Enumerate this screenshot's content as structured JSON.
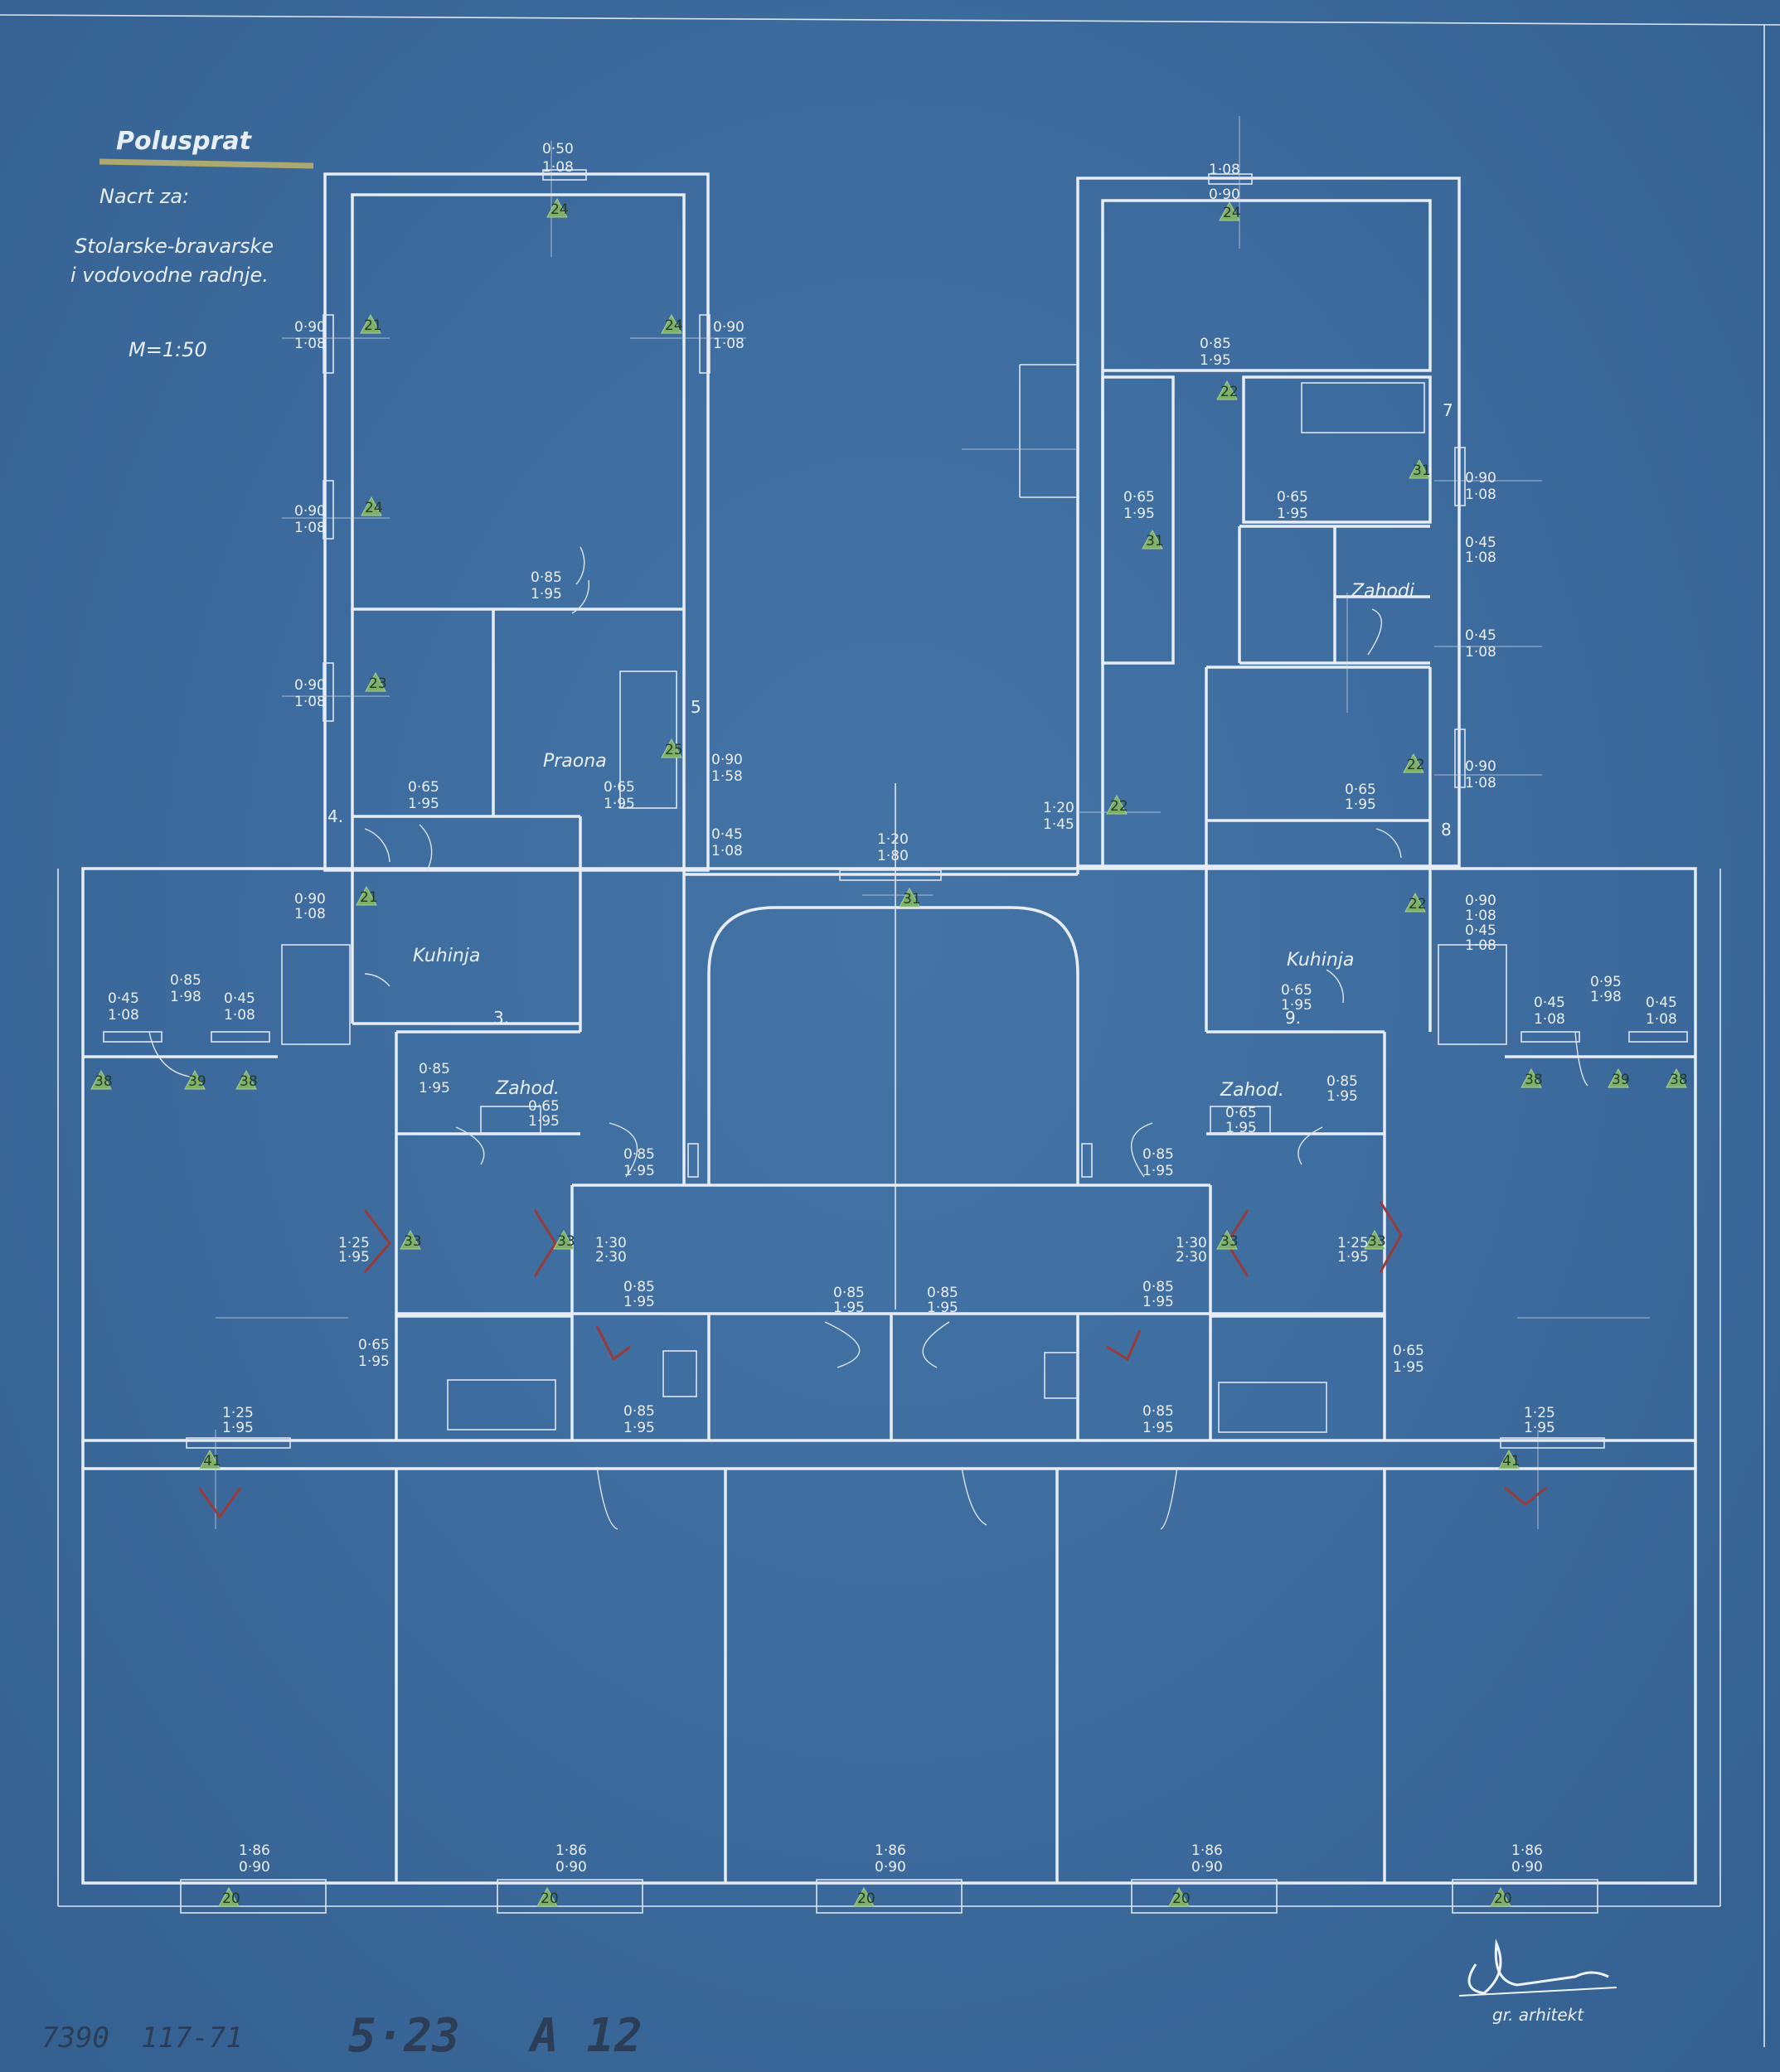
{
  "title": {
    "heading": "Polusprat",
    "line1": "Nacrt za:",
    "line2": "Stolarske-bravarske",
    "line3": "i vodovodne radnje.",
    "scale": "M=1:50"
  },
  "rooms": {
    "praona": "Praona",
    "kuhinja_left": "Kuhinja",
    "kuhinja_right": "Kuhinja",
    "zahod_left": "Zahod.",
    "zahod_right": "Zahod.",
    "zahodi": "Zahodi"
  },
  "dims": {
    "d1": {
      "top": "0·50",
      "bottom": "1·08"
    },
    "d2": {
      "top": "0·90",
      "bottom": "1·08"
    },
    "d3": {
      "top": "0·90",
      "bottom": "1·08"
    },
    "d4": {
      "top": "0·90",
      "bottom": "1·08"
    },
    "d5": {
      "top": "0·85",
      "bottom": "1·95"
    },
    "d6": {
      "top": "0·90",
      "bottom": "1·08"
    },
    "d7": {
      "top": "0·65",
      "bottom": "1·95"
    },
    "d8": {
      "top": "0·65",
      "bottom": "1·95"
    },
    "d9": {
      "top": "0·90",
      "bottom": "1·58"
    },
    "d10": {
      "top": "0·45",
      "bottom": "1·08"
    },
    "d11": {
      "top": "1·20",
      "bottom": "1·80"
    },
    "d12": {
      "top": "0·90",
      "bottom": "1·08"
    },
    "d13": {
      "top": "0·85",
      "bottom": "1·98"
    },
    "d14": {
      "top": "0·45",
      "bottom": "1·08"
    },
    "d15": {
      "top": "0·45",
      "bottom": "1·08"
    },
    "d16": {
      "top": "0·85",
      "bottom": "1·95"
    },
    "d17": {
      "top": "0·65",
      "bottom": "1·95"
    },
    "d18": {
      "top": "0·85",
      "bottom": "1·95"
    },
    "d19": {
      "top": "1·25",
      "bottom": "1·95"
    },
    "d20": {
      "top": "1·30",
      "bottom": "2·30"
    },
    "d21": {
      "top": "0·85",
      "bottom": "1·95"
    },
    "d22": {
      "top": "0·65",
      "bottom": "1·95"
    },
    "d23": {
      "top": "0·85",
      "bottom": "1·95"
    },
    "d24": {
      "top": "0·85",
      "bottom": "1·95"
    },
    "d25": {
      "top": "0·85",
      "bottom": "1·95"
    },
    "d26": {
      "top": "1·25",
      "bottom": "1·95"
    },
    "d27": {
      "top": "0·90",
      "bottom": "1·08"
    },
    "d28": {
      "top": "0·85",
      "bottom": "1·95"
    },
    "d29": {
      "top": "0·90",
      "bottom": "1·08"
    },
    "d30": {
      "top": "0·65",
      "bottom": "1·95"
    },
    "d31": {
      "top": "0·65",
      "bottom": "1·95"
    },
    "d32": {
      "top": "0·45",
      "bottom": "1·08"
    },
    "d33": {
      "top": "0·45",
      "bottom": "1·08"
    },
    "d34": {
      "top": "0·90",
      "bottom": "1·08"
    },
    "d35": {
      "top": "1·20",
      "bottom": "1·45"
    },
    "d36": {
      "top": "0·65",
      "bottom": "1·95"
    },
    "d37": {
      "top": "0·90",
      "bottom": "1·08"
    },
    "d38": {
      "top": "0·45",
      "bottom": "1·08"
    },
    "d39": {
      "top": "0·45",
      "bottom": "1·08"
    },
    "d40": {
      "top": "0·95",
      "bottom": "1·98"
    },
    "d41": {
      "top": "0·45",
      "bottom": "1·08"
    },
    "d42": {
      "top": "0·85",
      "bottom": "1·95"
    },
    "d43": {
      "top": "0·65",
      "bottom": "1·95"
    },
    "d44": {
      "top": "0·85",
      "bottom": "1·95"
    },
    "d45": {
      "top": "1·30",
      "bottom": "2·30"
    },
    "d46": {
      "top": "1·25",
      "bottom": "1·95"
    },
    "d47": {
      "top": "0·85",
      "bottom": "1·95"
    },
    "d48": {
      "top": "0·65",
      "bottom": "1·95"
    },
    "d49": {
      "top": "0·85",
      "bottom": "1·95"
    },
    "d50": {
      "top": "1·25",
      "bottom": "1·95"
    },
    "d51": {
      "top": "1·86",
      "bottom": "0·90"
    },
    "d52": {
      "top": "1·86",
      "bottom": "0·90"
    },
    "d53": {
      "top": "1·86",
      "bottom": "0·90"
    },
    "d54": {
      "top": "1·86",
      "bottom": "0·90"
    },
    "d55": {
      "top": "1·86",
      "bottom": "0·90"
    },
    "d56": {
      "top": "0·65",
      "bottom": "1·95"
    }
  },
  "numbers": {
    "n3": "3.",
    "n4": "4.",
    "n5": "5",
    "n7": "7",
    "n8": "8",
    "n9": "9."
  },
  "fixture_marks": {
    "m20": "20",
    "m21": "21",
    "m22": "22",
    "m23": "23",
    "m24": "24",
    "m25": "25",
    "m31": "31",
    "m33": "33",
    "m38": "38",
    "m39": "39",
    "m41": "41"
  },
  "catalog": {
    "number": "7390",
    "mark": "117-71",
    "ref": "5·23",
    "sheet": "A 12"
  },
  "signature": {
    "role": "gr. arhitekt"
  }
}
